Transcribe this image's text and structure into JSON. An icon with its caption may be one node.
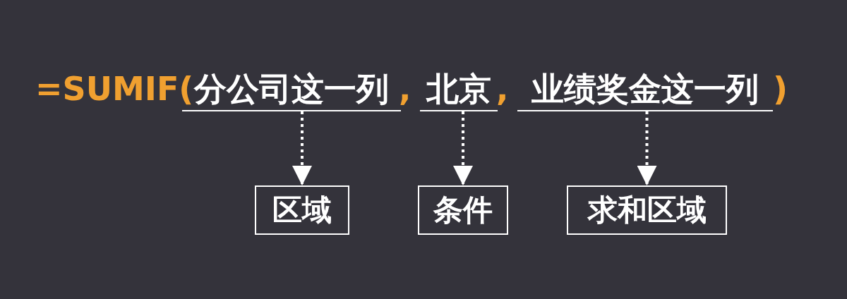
{
  "diagram": {
    "nodes": [
      {
        "text": [
          "分公司这一列"
        ]
      },
      {
        "text": [
          "北京"
        ]
      },
      {
        "text": [
          "业绩奖金这一列"
        ]
      },
      {
        "text": [
          "区域"
        ]
      },
      {
        "text": [
          "条件"
        ]
      },
      {
        "text": [
          "求和区域"
        ]
      }
    ],
    "edges": [
      {
        "from": 0,
        "to": 3,
        "arrow": "to",
        "style": "dashed"
      },
      {
        "from": 1,
        "to": 4,
        "arrow": "to",
        "style": "dashed"
      },
      {
        "from": 2,
        "to": 5,
        "arrow": "to",
        "style": "dashed"
      }
    ],
    "labels": [
      "=SUMIF(",
      ",",
      ",",
      ")"
    ]
  }
}
